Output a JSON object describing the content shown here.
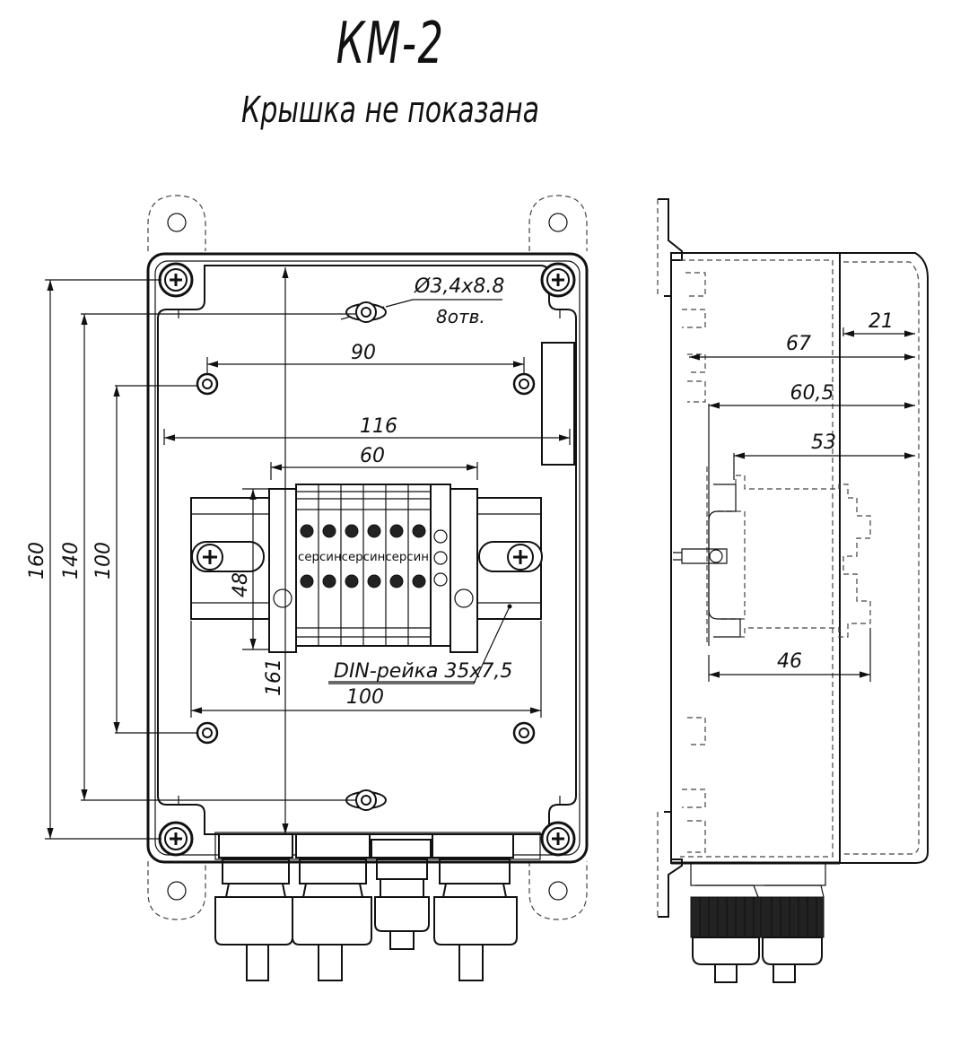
{
  "title": "КМ-2",
  "subtitle": "Крышка не показана",
  "front_view": {
    "hole_note": "Ø3,4x8.8",
    "hole_count": "8отв.",
    "terminal_label": "серсинсерсинсерсин",
    "din_rail": "DIN-рейка 35x7,5",
    "dims": {
      "d90": "90",
      "d116": "116",
      "d60": "60",
      "d48": "48",
      "d100h": "100",
      "d161": "161",
      "d160": "160",
      "d140": "140",
      "d100v": "100"
    }
  },
  "side_view": {
    "dims": {
      "d21": "21",
      "d67": "67",
      "d605": "60,5",
      "d53": "53",
      "d46": "46"
    }
  }
}
